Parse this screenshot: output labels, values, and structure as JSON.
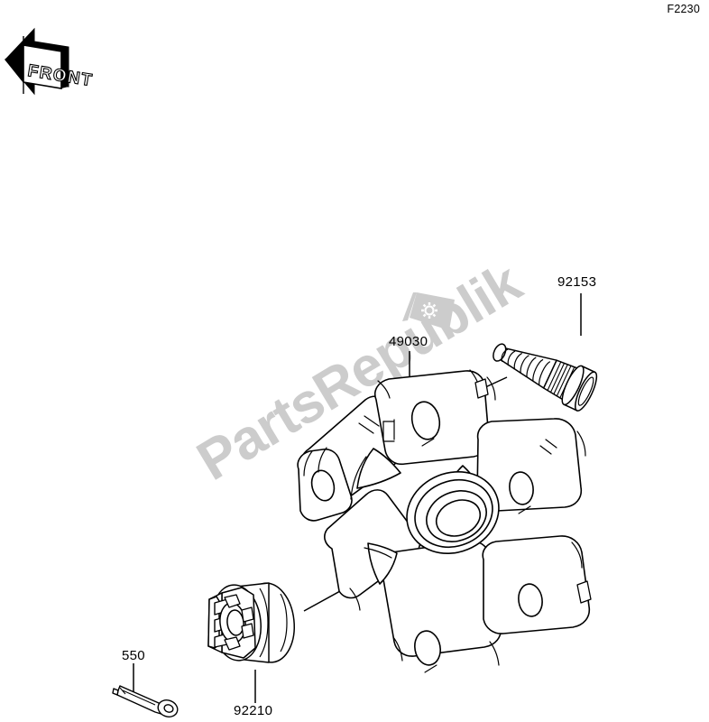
{
  "header": {
    "figure_code": "F2230"
  },
  "orientation_marker": {
    "icon": "front-arrow-icon",
    "label": "FRONT",
    "direction": "left"
  },
  "watermark": {
    "text": "PartsRepublik",
    "logo_icon": "gear-icon",
    "color": "#cccccc",
    "rotation_deg": -31
  },
  "parts": [
    {
      "ref": "92153",
      "name": "wheel-stud-bolt",
      "label": "92153"
    },
    {
      "ref": "49030",
      "name": "wheel-hub",
      "label": "49030"
    },
    {
      "ref": "550",
      "name": "cotter-pin",
      "label": "550"
    },
    {
      "ref": "92210",
      "name": "castle-nut",
      "label": "92210"
    }
  ],
  "colors": {
    "line": "#000000",
    "background": "#ffffff",
    "watermark": "#cccccc"
  }
}
